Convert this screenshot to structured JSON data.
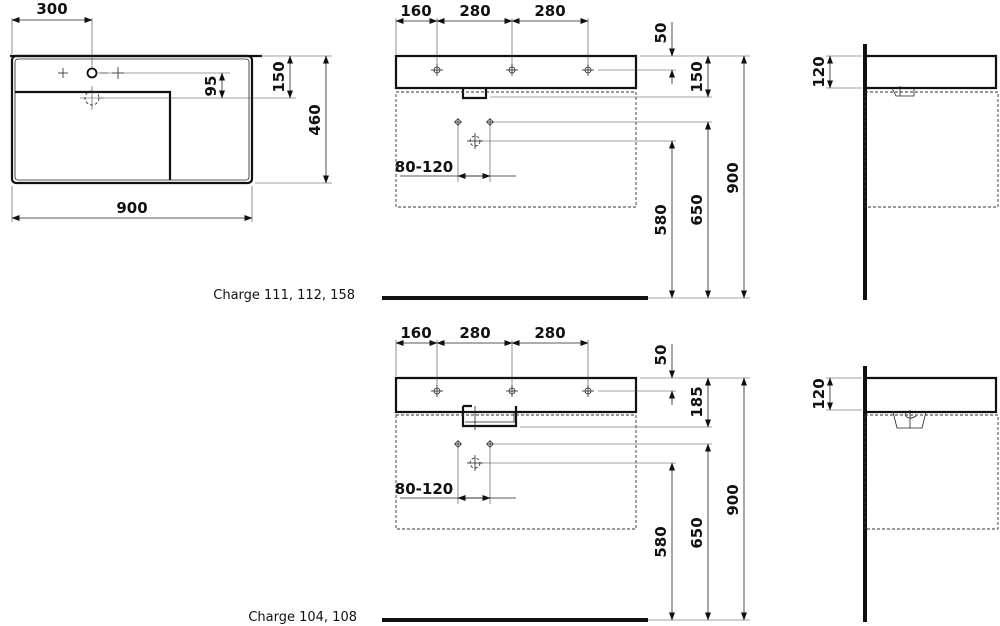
{
  "top_view": {
    "dim_300": "300",
    "dim_900": "900",
    "dim_150": "150",
    "dim_95": "95",
    "dim_460": "460"
  },
  "front_view_1": {
    "dim_160": "160",
    "dim_280a": "280",
    "dim_280b": "280",
    "dim_50": "50",
    "dim_150": "150",
    "dim_80_120": "80-120",
    "dim_580": "580",
    "dim_650": "650",
    "dim_900": "900",
    "caption": "Charge 111, 112, 158"
  },
  "side_view_1": {
    "dim_120": "120"
  },
  "front_view_2": {
    "dim_160": "160",
    "dim_280a": "280",
    "dim_280b": "280",
    "dim_50": "50",
    "dim_185": "185",
    "dim_80_120": "80-120",
    "dim_580": "580",
    "dim_650": "650",
    "dim_900": "900",
    "caption": "Charge 104, 108"
  },
  "side_view_2": {
    "dim_120": "120"
  }
}
